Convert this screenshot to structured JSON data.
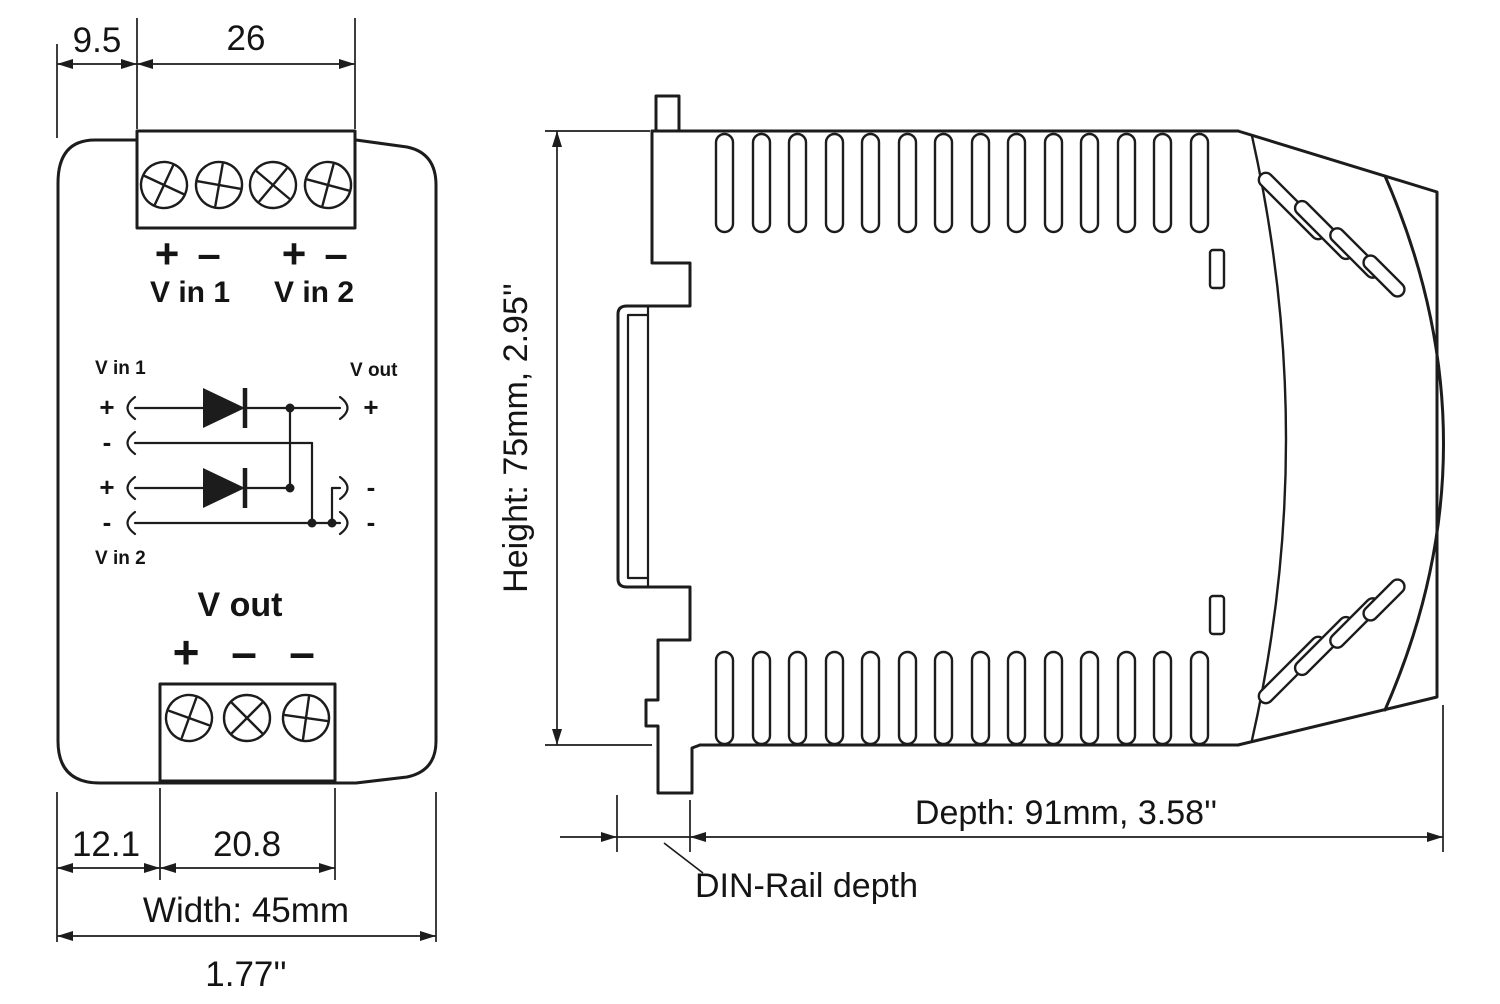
{
  "front_view": {
    "dims": {
      "top_offset": "9.5",
      "top_terminal_width": "26",
      "bottom_offset": "12.1",
      "bottom_terminal_width": "20.8",
      "width_metric": "Width: 45mm",
      "width_imperial": "1.77''"
    },
    "input_terminals": {
      "plus_1": "+",
      "minus_1": "–",
      "plus_2": "+",
      "minus_2": "–",
      "label_1": "V in 1",
      "label_2": "V in 2"
    },
    "schematic": {
      "label_vin1": "V in 1",
      "label_vin2": "V in 2",
      "label_vout": "V out",
      "in1_plus": "+",
      "in1_minus": "-",
      "in2_plus": "+",
      "in2_minus": "-",
      "out_plus": "+",
      "out_minus_1": "-",
      "out_minus_2": "-"
    },
    "output_terminals": {
      "label": "V out",
      "plus": "+",
      "minus_1": "–",
      "minus_2": "–"
    }
  },
  "side_view": {
    "height_label": "Height: 75mm,  2.95''",
    "depth_label": "Depth: 91mm,  3.58''",
    "din_rail_label": "DIN-Rail depth"
  }
}
